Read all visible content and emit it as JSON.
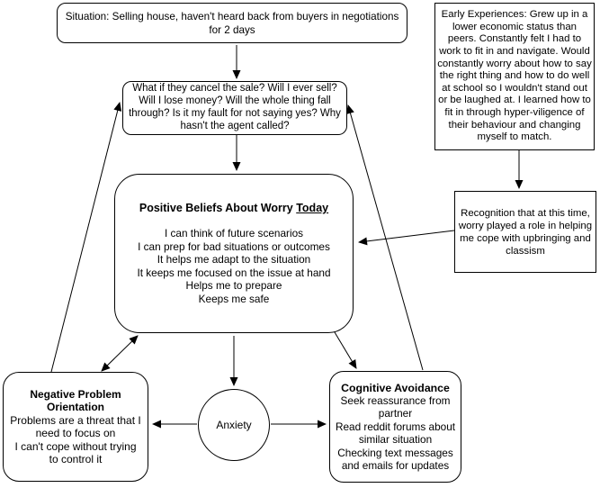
{
  "diagram": {
    "situation": {
      "text": "Situation: Selling house, haven't heard back from buyers in negotiations for 2 days"
    },
    "early_experiences": {
      "text": "Early Experiences: Grew up in a lower economic status than peers. Constantly felt I had to work to fit in and navigate. Would constantly worry about how to say the right thing and how to do well at school so I wouldn't stand out or be laughed at. I learned how to fit in through hyper-viligence of their behaviour and changing myself to match."
    },
    "worry_questions": {
      "text": "What if they cancel the sale? Will I ever sell? Will I lose money? Will the whole thing fall through? Is it my fault for not saying yes? Why hasn't the agent called?"
    },
    "positive_beliefs": {
      "title_prefix": "Positive Beliefs About Worry ",
      "title_underlined": "Today",
      "lines": "I can think of future scenarios\nI can prep for bad situations or outcomes\nIt helps me adapt to the situation\nIt keeps me focused on the issue at hand\nHelps me to prepare\nKeeps me safe"
    },
    "recognition": {
      "text": "Recognition that at this time, worry played a role in helping me cope with upbringing and classism"
    },
    "negative_problem_orientation": {
      "title": "Negative Problem Orientation",
      "lines": "Problems are a threat that I need to focus on\nI can't cope without trying to control it"
    },
    "anxiety": {
      "label": "Anxiety"
    },
    "cognitive_avoidance": {
      "title": "Cognitive Avoidance",
      "lines": "Seek reassurance from partner\nRead reddit forums about similar situation\nChecking text messages and emails for updates"
    },
    "colors": {
      "stroke": "#000000",
      "background": "#ffffff",
      "text": "#000000"
    }
  }
}
